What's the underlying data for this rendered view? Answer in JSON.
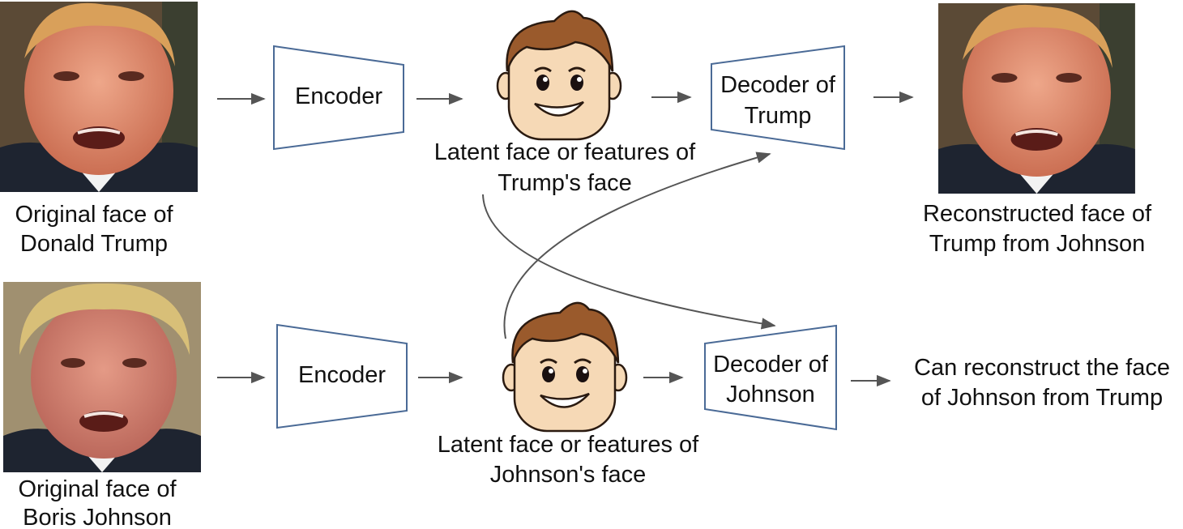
{
  "rows": [
    {
      "original_caption": [
        "Original face of",
        "Donald Trump"
      ],
      "encoder_label": "Encoder",
      "latent_caption": [
        "Latent face or features of",
        "Trump's face"
      ],
      "decoder_label": [
        "Decoder of",
        "Trump"
      ],
      "result_caption": [
        "Reconstructed face of",
        "Trump from Johnson"
      ]
    },
    {
      "original_caption": [
        "Original face of",
        "Boris Johnson"
      ],
      "encoder_label": "Encoder",
      "latent_caption": [
        "Latent face or features of",
        "Johnson's face"
      ],
      "decoder_label": [
        "Decoder of",
        "Johnson"
      ],
      "result_caption": [
        "Can reconstruct the face",
        "of Johnson from Trump"
      ]
    }
  ],
  "icons": {
    "photo": "face-photo-icon",
    "latent": "cartoon-face-icon",
    "arrow": "arrow-right-icon"
  },
  "colors": {
    "box_border": "#4a6a96",
    "arrow": "#555555",
    "trump_skin": "#e0886a",
    "trump_hair": "#d9a05a",
    "johnson_skin": "#d48070",
    "johnson_hair": "#d8bf78",
    "suit": "#1e2430",
    "cartoon_hair": "#9a5a2c",
    "cartoon_skin": "#f6d9b6"
  }
}
